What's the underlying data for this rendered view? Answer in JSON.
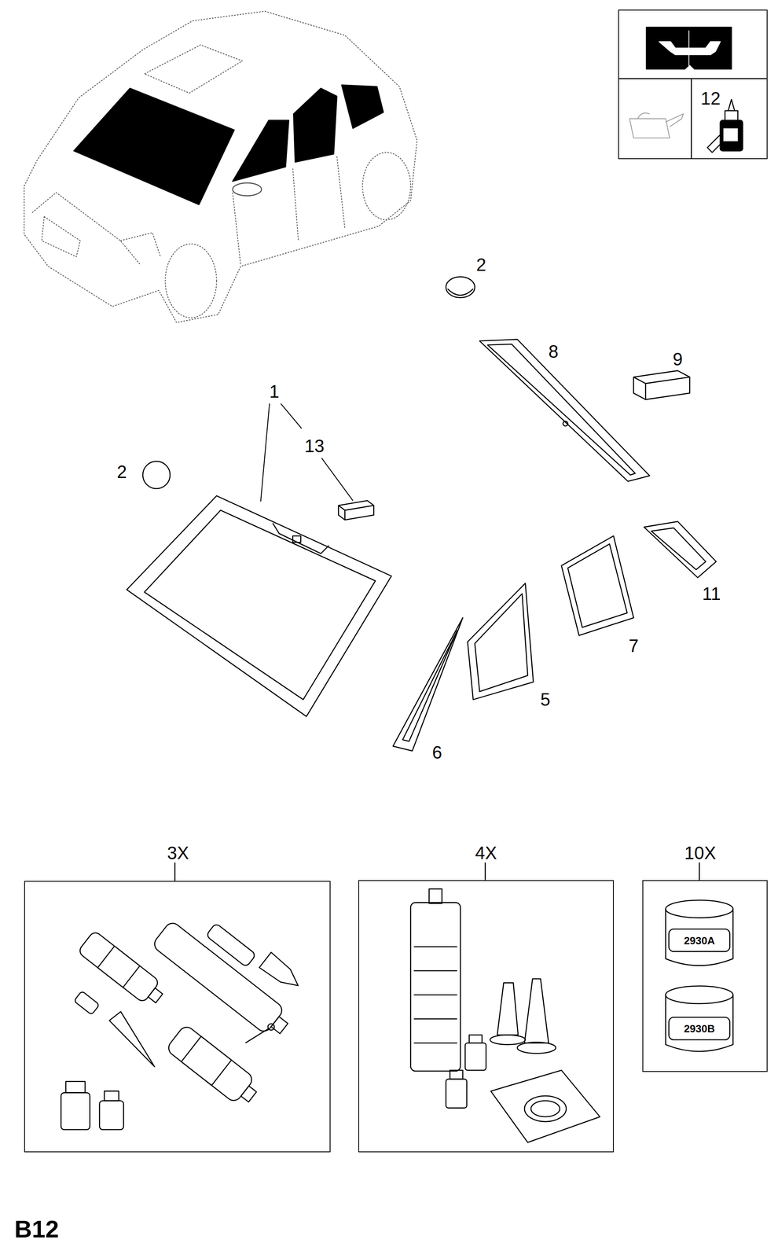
{
  "diagram": {
    "nodes": [
      {
        "text": [
          "12"
        ]
      },
      {
        "text": [
          "3X"
        ]
      },
      {
        "text": [
          "4X"
        ]
      },
      {
        "text": [
          "10X"
        ]
      }
    ],
    "labels": [
      "2",
      "8",
      "9",
      "1",
      "13",
      "2",
      "11",
      "7",
      "5",
      "6",
      "2930A",
      "2930B",
      "B12"
    ]
  }
}
